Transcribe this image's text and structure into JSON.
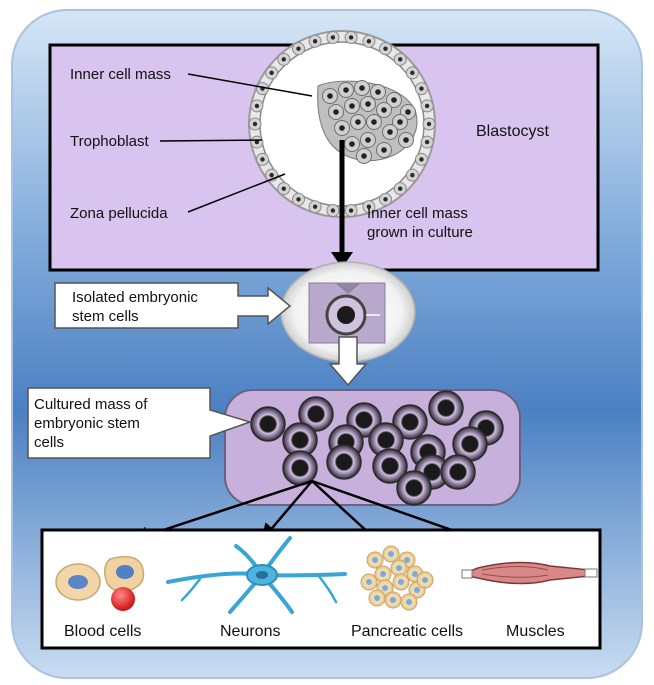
{
  "blastocyst_panel": {
    "inner_cell_mass_label": "Inner cell mass",
    "trophoblast_label": "Trophoblast",
    "zona_pellucida_label": "Zona pellucida",
    "blastocyst_label": "Blastocyst",
    "grown_in_culture_line1": "Inner cell mass",
    "grown_in_culture_line2": "grown in culture"
  },
  "isolated_callout": {
    "line1": "Isolated embryonic",
    "line2": "stem cells"
  },
  "cultured_callout": {
    "line1": "Cultured mass of",
    "line2": "embryonic stem",
    "line3": "cells"
  },
  "outcomes": [
    {
      "label": "Blood cells",
      "icon": "blood-cells-icon"
    },
    {
      "label": "Neurons",
      "icon": "neuron-icon"
    },
    {
      "label": "Pancreatic cells",
      "icon": "pancreatic-cells-icon"
    },
    {
      "label": "Muscles",
      "icon": "muscle-icon"
    }
  ],
  "colors": {
    "background_top": "#cfe0f3",
    "background_mid": "#4f86c6",
    "panel_fill": "#d9c2ee",
    "cell_dark": "#3a3a3a",
    "neuron": "#39a9d6",
    "blood_red": "#e02020"
  }
}
